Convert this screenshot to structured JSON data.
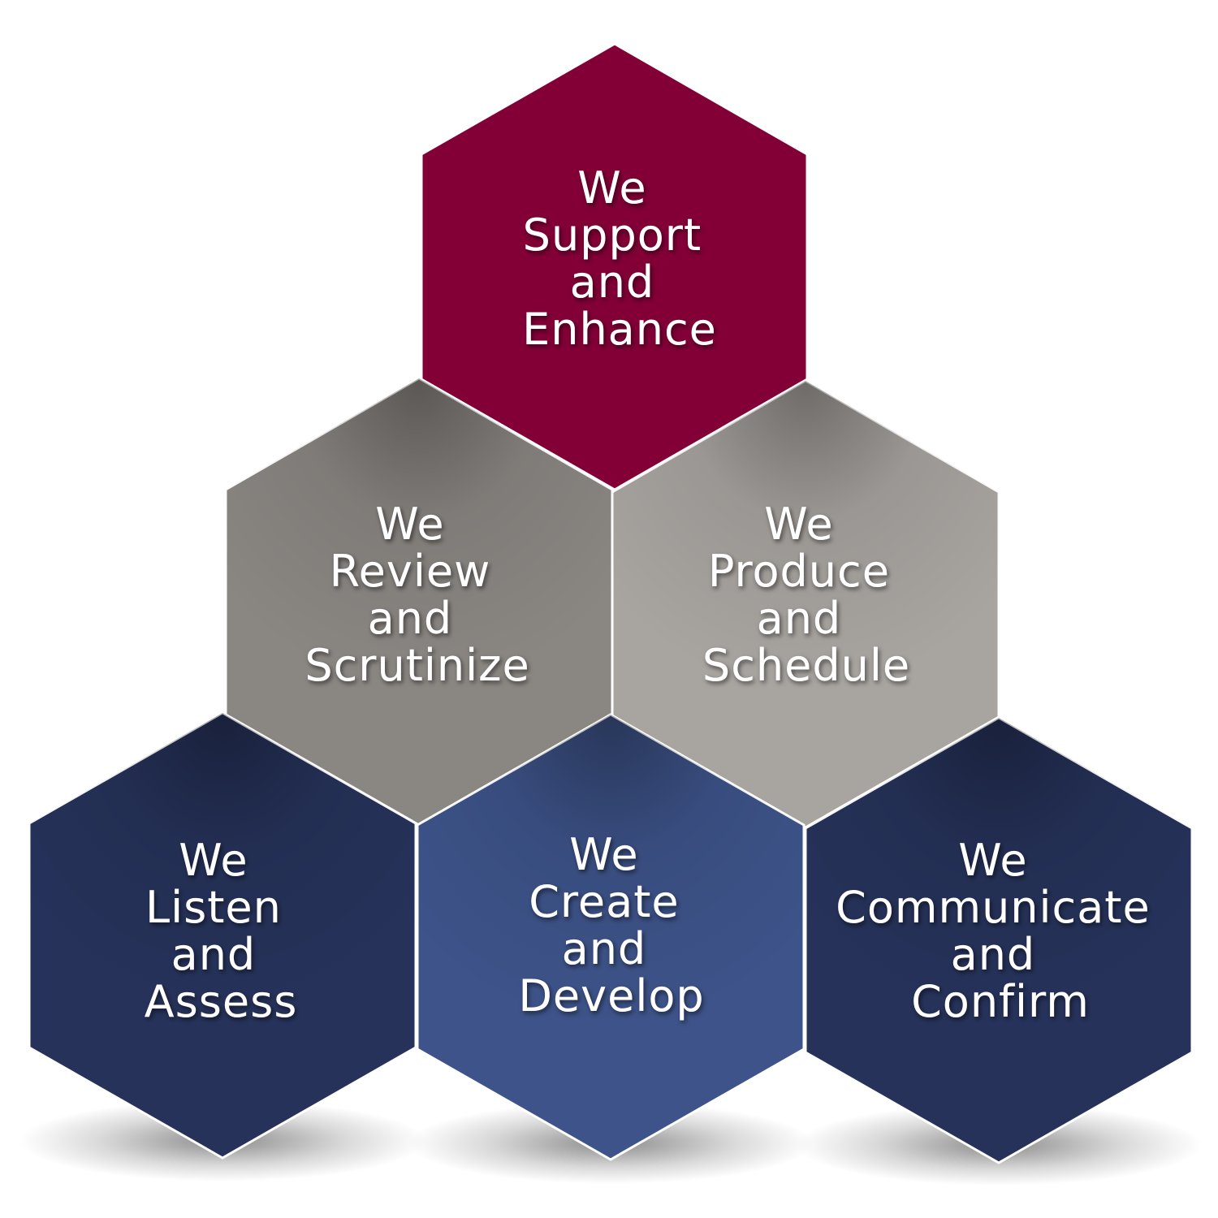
{
  "hexagons": [
    {
      "id": "support",
      "color": "#820036",
      "lines": [
        "We",
        "Support",
        "and",
        "Enhance"
      ]
    },
    {
      "id": "review",
      "color": "#8a8682",
      "lines": [
        "We",
        "Review",
        "and",
        "Scrutinize"
      ]
    },
    {
      "id": "produce",
      "color": "#a8a4a0",
      "lines": [
        "We",
        "Produce",
        "and",
        "Schedule"
      ]
    },
    {
      "id": "listen",
      "color": "#26325a",
      "lines": [
        "We",
        "Listen",
        "and",
        "Assess"
      ]
    },
    {
      "id": "create",
      "color": "#3d5389",
      "lines": [
        "We",
        "Create",
        "and",
        "Develop"
      ]
    },
    {
      "id": "communicate",
      "color": "#26325a",
      "lines": [
        "We",
        "Communicate",
        "and",
        "Confirm"
      ]
    }
  ]
}
